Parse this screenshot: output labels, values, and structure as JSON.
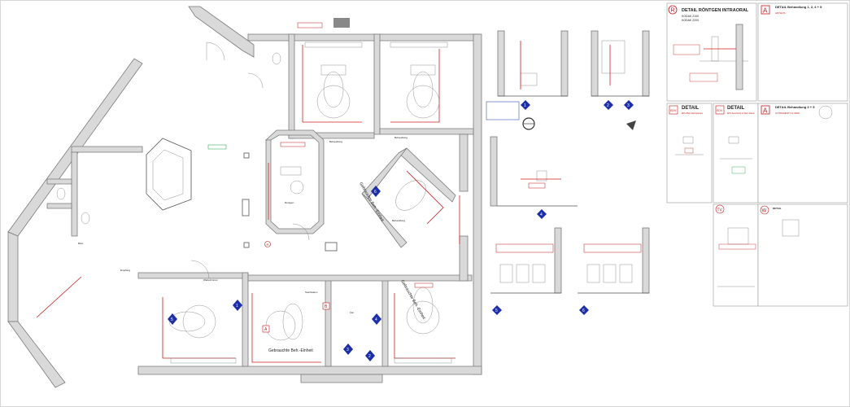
{
  "rooms": {
    "wartezimmer": "Wartezimmer",
    "behandlung_a": "Behandlung",
    "behandlung_b": "Behandlung",
    "behandlung_c": "Behandlung",
    "behandlung_d": "Behandlung",
    "roentgen": "Röntgen",
    "steri": "Sterilisation",
    "buero": "Büro",
    "empfang": "Empfang",
    "flur": "Flur"
  },
  "labels": {
    "geburtsort_beh_einheit_1": "Gebrauchte Beh.-Einheit",
    "geburtsort_beh_einheit_2": "Gebrauchte Beh.-Einheit",
    "geburtsort_beh_einheit_3": "Gebrauchte Beh.-Einheit"
  },
  "markers": {
    "a": "A",
    "b": "B",
    "r": "R",
    "tv": "TV",
    "w": "W",
    "edv": "EDV",
    "n1": "1",
    "n2": "2",
    "n3": "3",
    "n4": "4",
    "n5": "5",
    "n6": "6"
  },
  "panels": {
    "roentgen": {
      "letter": "R",
      "title": "DETAIL  RÖNTGEN INTRAORAL",
      "line1": "KODAK 2100",
      "line2": "KODAK 2200"
    },
    "behandlung_1": {
      "letter": "A",
      "title": "DETAIL  Behandlung 1, 2, 4 + 5",
      "subtitle": "ANTHOS"
    },
    "edv_1": {
      "letter": "EDV",
      "title": "DETAIL",
      "subtitle": "EDV-Platz Rezeptionen"
    },
    "edv_2": {
      "letter": "EDV",
      "title": "DETAIL",
      "subtitle": "EDV-Anschluss im Beh.-Raum"
    },
    "behandlung_2": {
      "letter": "A",
      "title": "DETAIL  Behandlung 3 + 5",
      "subtitle": "ULTRADENT DL 3000"
    },
    "tv": {
      "letter": "TV"
    },
    "w": {
      "letter": "W",
      "title": "DETAIL"
    }
  },
  "colors": {
    "wall": "#d9d9d9",
    "red": "#d02020",
    "blue": "#1c2fa8",
    "green": "#12a040"
  }
}
